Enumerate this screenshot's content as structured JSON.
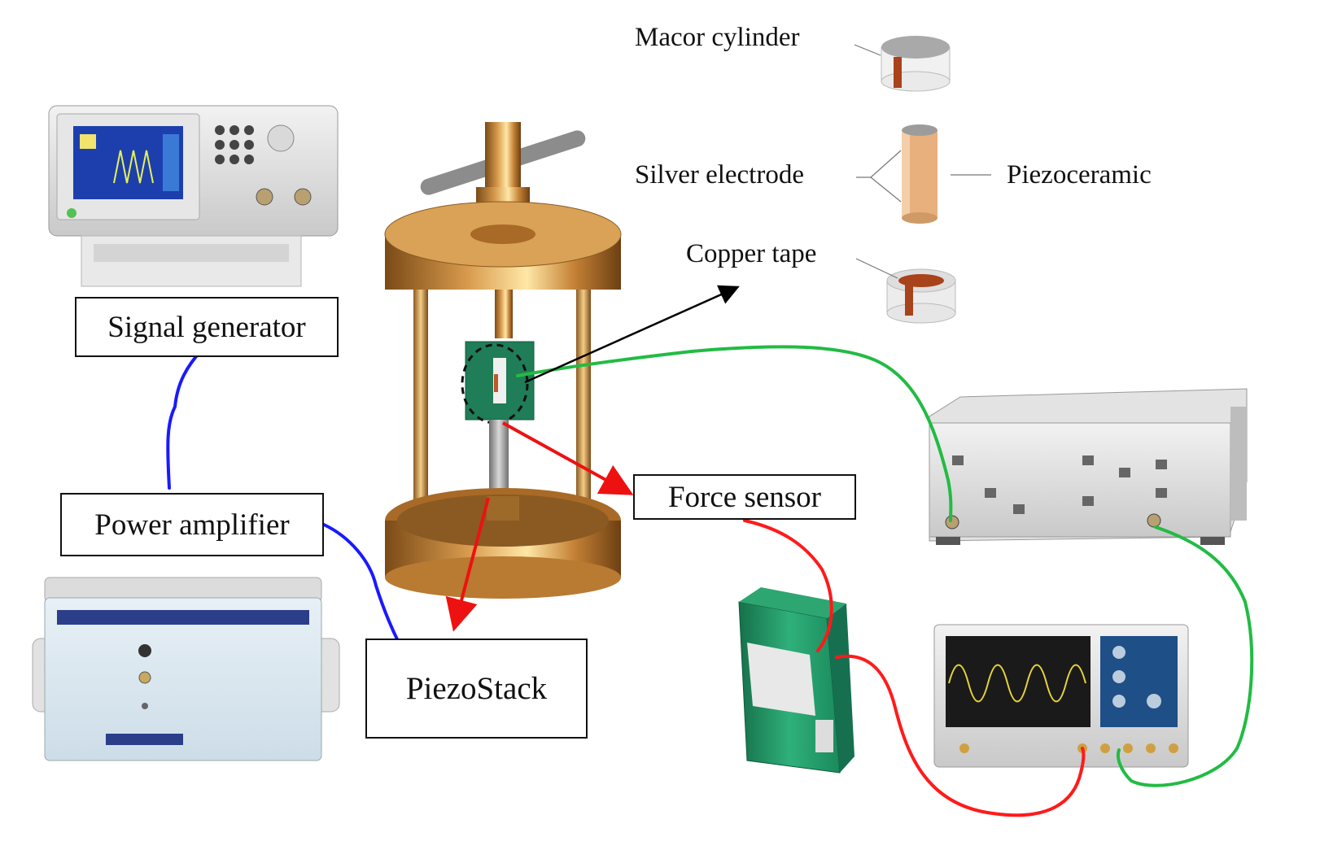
{
  "labels": {
    "signal_generator": "Signal generator",
    "power_amplifier": "Power amplifier",
    "piezostack": "PiezoStack",
    "force_sensor": "Force sensor",
    "macor_cylinder": "Macor cylinder",
    "silver_electrode": "Silver electrode",
    "piezoceramic": "Piezoceramic",
    "copper_tape": "Copper tape"
  },
  "colors": {
    "wire_generator_amplifier": "#1a1aff",
    "wire_force": "#ff1a1a",
    "wire_current": "#22bb44",
    "arrow_red": "#ee1111",
    "arrow_black": "#000000",
    "brass": "#c8873a",
    "sensor_green": "#1f8a5e"
  },
  "icons": [
    "signal-generator-device",
    "power-amplifier-device",
    "loading-frame",
    "current-preamplifier-device",
    "oscilloscope-device",
    "force-transmitter-module"
  ]
}
